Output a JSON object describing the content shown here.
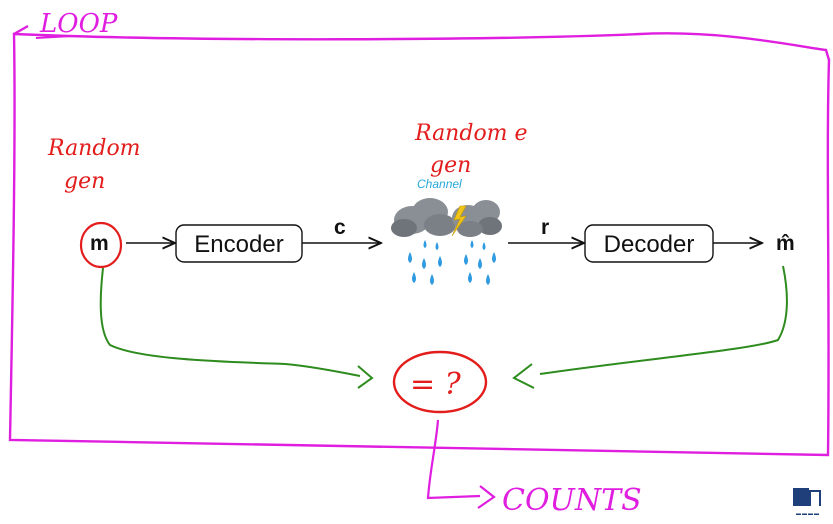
{
  "annotations": {
    "loop_label": "LOOP",
    "random_gen_left_line1": "Random",
    "random_gen_left_line2": "gen",
    "random_gen_channel_line1": "Random e",
    "random_gen_channel_line2": "gen",
    "compare_label": "= ?",
    "counts_label": "COUNTS"
  },
  "diagram": {
    "message_symbol": "m",
    "encoder_label": "Encoder",
    "codeword_symbol": "c",
    "channel_label": "Channel",
    "received_symbol": "r",
    "decoder_label": "Decoder",
    "estimate_symbol": "m̂"
  },
  "colors": {
    "loop": "#e01ee0",
    "red_ink": "#e31c1c",
    "green_ink": "#2e8b1e",
    "rain": "#2f9be0",
    "cloud": "#8a8f96"
  }
}
